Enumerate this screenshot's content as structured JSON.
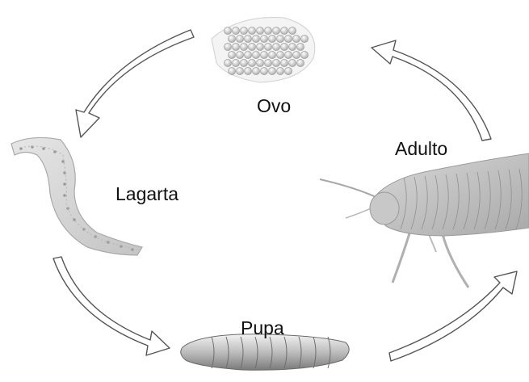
{
  "labels": {
    "egg": "Ovo",
    "adult": "Adulto",
    "larva": "Lagarta",
    "pupa": "Pupa"
  },
  "colors": {
    "arrow_stroke": "#555555",
    "illustration_gray": "#9a9a9a",
    "text": "#111111"
  }
}
